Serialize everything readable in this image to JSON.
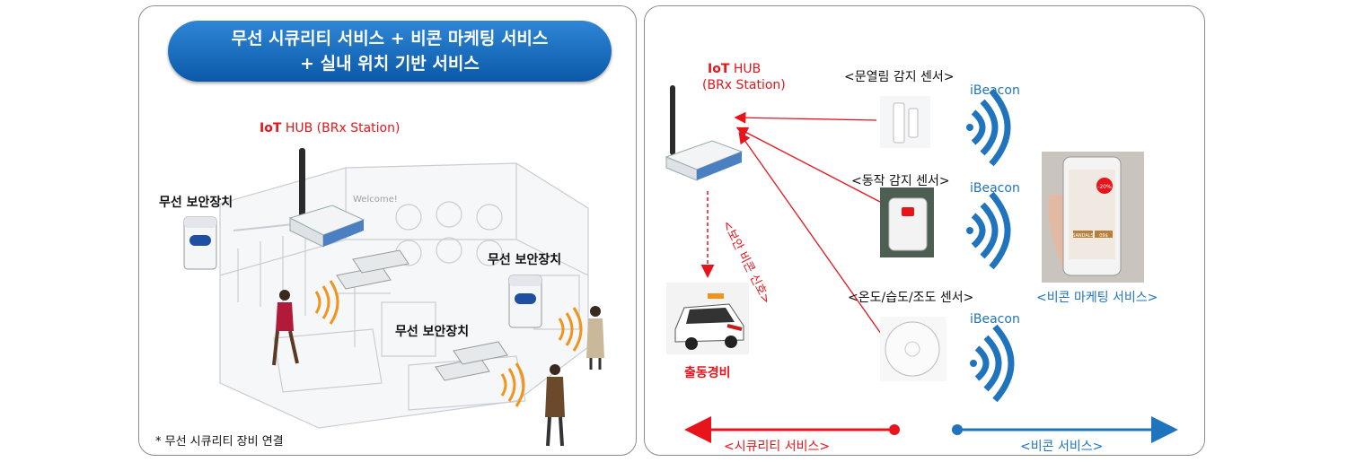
{
  "left": {
    "title_line1": "무선 시큐리티 서비스 + 비콘 마케팅 서비스",
    "title_line2": "+ 실내 위치 기반 서비스",
    "hub_iot": "IoT",
    "hub_rest": " HUB (BRx Station)",
    "device_label_1": "무선 보안장치",
    "device_label_2": "무선 보안장치",
    "device_label_3": "무선 보안장치",
    "store_sign": "Welcome!",
    "footnote": "* 무선 시큐리티 장비 연결"
  },
  "right": {
    "hub_iot": "IoT",
    "hub_rest": " HUB",
    "hub_sub": "(BRx Station)",
    "sensor_door": "<문열림 감지 센서>",
    "sensor_motion": "<동작 감지 센서>",
    "sensor_env": "<온도/습도/조도 센서>",
    "ibeacon_1": "iBeacon",
    "ibeacon_2": "iBeacon",
    "ibeacon_3": "iBeacon",
    "signal_label": "<보안 비콘 신호>",
    "dispatch": "출동경비",
    "marketing": "<비콘 마케팅 서비스>",
    "phone_badge": "-20%",
    "phone_tag": "SANDALS",
    "phone_price": "09$",
    "security_service": "<시큐리티 서비스>",
    "beacon_service": "<비콘 서비스>"
  },
  "colors": {
    "red": "#e8141b",
    "blue": "#1f74bd",
    "pill": "#0a59a8"
  }
}
